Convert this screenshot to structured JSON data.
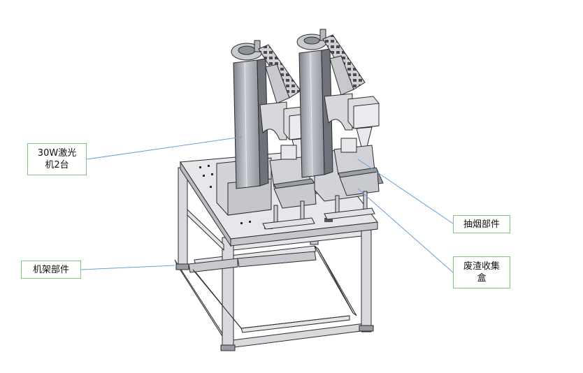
{
  "labels": {
    "laser": "30W激光\n机2台",
    "frame": "机架部件",
    "smoke": "抽烟部件",
    "waste": "废渣收集\n盒"
  },
  "colors": {
    "metal": "#d9dade",
    "metal_dark": "#a9abb3",
    "edge": "#2b2b2b",
    "callout_border": "#7fc47f",
    "leader_line": "#6a9fd4"
  }
}
